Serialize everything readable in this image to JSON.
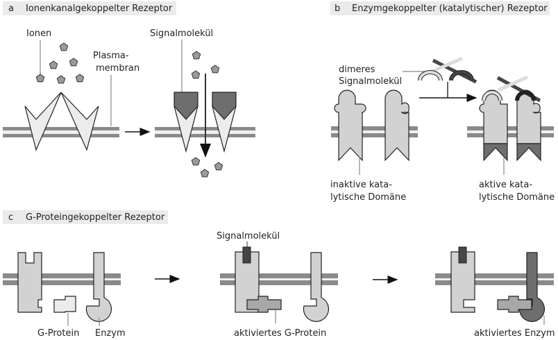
{
  "panels": {
    "a": {
      "letter": "a",
      "title": "Ionenkanalgekoppelter Rezeptor",
      "labels": {
        "ions": "Ionen",
        "membrane_line1": "Plasma-",
        "membrane_line2": "membran",
        "signal": "Signalmolekül"
      }
    },
    "b": {
      "letter": "b",
      "title": "Enzymgekoppelter (katalytischer) Rezeptor",
      "labels": {
        "dimer_line1": "dimeres",
        "dimer_line2": "Signalmolekül",
        "inactive_line1": "inaktive kata-",
        "inactive_line2": "lytische Domäne",
        "active_line1": "aktive kata-",
        "active_line2": "lytische Domäne"
      }
    },
    "c": {
      "letter": "c",
      "title": "G-Proteingekoppelter Rezeptor",
      "labels": {
        "g_protein": "G-Protein",
        "enzyme": "Enzym",
        "signal": "Signalmolekül",
        "active_g_protein": "aktiviertes G-Protein",
        "active_enzyme": "aktiviertes Enzym"
      }
    }
  },
  "colors": {
    "header_bg": "#ebebeb",
    "membrane": "#8a8a8a",
    "light_fill": "#e8e8e8",
    "mid_fill": "#d2d2d2",
    "protein_mid": "#a8a8a8",
    "dark_fill": "#6e6e6e",
    "darkest": "#454545",
    "ion_fill": "#9a9a9a"
  }
}
